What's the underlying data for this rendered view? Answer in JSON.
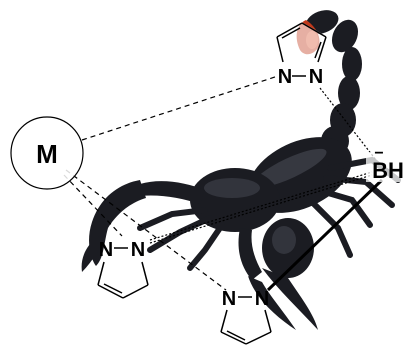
{
  "metal": {
    "label": "M"
  },
  "boron": {
    "label": "BH",
    "charge": "−"
  },
  "pyrazoles": [
    {
      "n1": "N",
      "n2": "N"
    },
    {
      "n1": "N",
      "n2": "N"
    },
    {
      "n1": "N",
      "n2": "N"
    }
  ],
  "colors": {
    "bond": "#000000",
    "scorpion_body": "#1b1c22",
    "scorpion_highlight": "#4a4b55",
    "stinger": "#c0391b"
  },
  "image": {
    "subject": "scorpion-photo"
  }
}
